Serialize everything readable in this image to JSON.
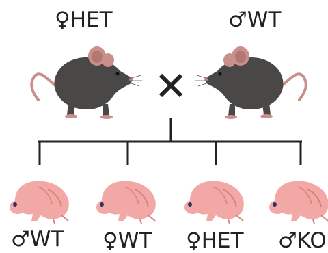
{
  "parents": {
    "mother": {
      "label": "♀HET",
      "sex": "female",
      "genotype": "HET",
      "icon": "adult-mouse-icon"
    },
    "father": {
      "label": "♂WT",
      "sex": "male",
      "genotype": "WT",
      "icon": "adult-mouse-icon"
    },
    "cross_symbol": "cross-icon"
  },
  "offspring": [
    {
      "label": "♂WT",
      "sex": "male",
      "genotype": "WT",
      "icon": "pup-icon"
    },
    {
      "label": "♀WT",
      "sex": "female",
      "genotype": "WT",
      "icon": "pup-icon"
    },
    {
      "label": "♀HET",
      "sex": "female",
      "genotype": "HET",
      "icon": "pup-icon"
    },
    {
      "label": "♂KO",
      "sex": "male",
      "genotype": "KO",
      "icon": "pup-icon"
    }
  ],
  "colors": {
    "mouse_body": "#4a4847",
    "mouse_ear": "#c98f8a",
    "mouse_tail": "#c98f8a",
    "pup_body": "#f2a9a6",
    "pup_shade": "#d9807e",
    "line": "#222222",
    "text": "#222222"
  }
}
